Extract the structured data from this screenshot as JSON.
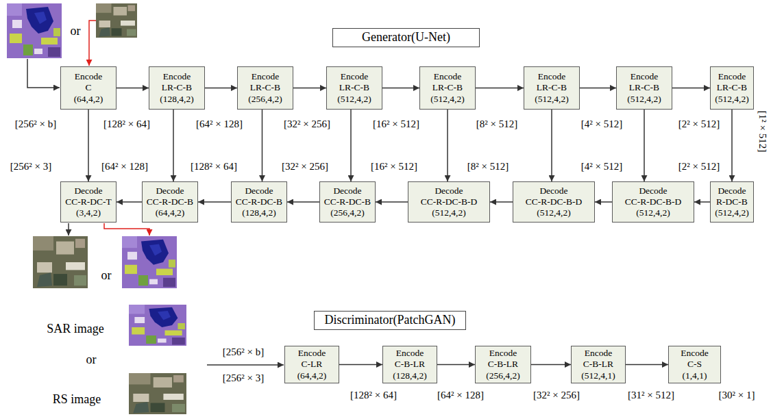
{
  "diagram": {
    "nodes": [
      {
        "text": [
          "Generator(U-Net)"
        ]
      },
      {
        "text": [
          "Encode",
          "C",
          "(64,4,2)"
        ]
      },
      {
        "text": [
          "Encode",
          "LR-C-B",
          "(128,4,2)"
        ]
      },
      {
        "text": [
          "Encode",
          "LR-C-B",
          "(256,4,2)"
        ]
      },
      {
        "text": [
          "Encode",
          "LR-C-B",
          "(512,4,2)"
        ]
      },
      {
        "text": [
          "Encode",
          "LR-C-B",
          "(512,4,2)"
        ]
      },
      {
        "text": [
          "Encode",
          "LR-C-B",
          "(512,4,2)"
        ]
      },
      {
        "text": [
          "Encode",
          "LR-C-B",
          "(512,4,2)"
        ]
      },
      {
        "text": [
          "Encode",
          "LR-C-B",
          "(512,4,2)"
        ]
      },
      {
        "text": [
          "Decode",
          "CC-R-DC-T",
          "(3,4,2)"
        ]
      },
      {
        "text": [
          "Decode",
          "CC-R-DC-B",
          "(64,4,2)"
        ]
      },
      {
        "text": [
          "Decode",
          "CC-R-DC-B",
          "(128,4,2)"
        ]
      },
      {
        "text": [
          "Decode",
          "CC-R-DC-B",
          "(256,4,2)"
        ]
      },
      {
        "text": [
          "Decode",
          "CC-R-DC-B-D",
          "(512,4,2)"
        ]
      },
      {
        "text": [
          "Decode",
          "CC-R-DC-B-D",
          "(512,4,2)"
        ]
      },
      {
        "text": [
          "Decode",
          "CC-R-DC-B-D",
          "(512,4,2)"
        ]
      },
      {
        "text": [
          "Decode",
          "R-DC-B",
          "(512,4,2)"
        ]
      },
      {
        "text": [
          "Discriminator(PatchGAN)"
        ]
      },
      {
        "text": [
          "Encode",
          "C-LR",
          "(64,4,2)"
        ]
      },
      {
        "text": [
          "Encode",
          "C-B-LR",
          "(128,4,2)"
        ]
      },
      {
        "text": [
          "Encode",
          "C-B-LR",
          "(256,4,2)"
        ]
      },
      {
        "text": [
          "Encode",
          "C-B-LR",
          "(512,4,1)"
        ]
      },
      {
        "text": [
          "Encode",
          "C-S",
          "(1,4,1)"
        ]
      }
    ],
    "edges": [
      {
        "from": 1,
        "to": 2,
        "arrow": "to"
      },
      {
        "from": 2,
        "to": 3,
        "arrow": "to"
      },
      {
        "from": 3,
        "to": 4,
        "arrow": "to"
      },
      {
        "from": 4,
        "to": 5,
        "arrow": "to"
      },
      {
        "from": 5,
        "to": 6,
        "arrow": "to"
      },
      {
        "from": 6,
        "to": 7,
        "arrow": "to"
      },
      {
        "from": 7,
        "to": 8,
        "arrow": "to"
      },
      {
        "from": 8,
        "to": 16,
        "arrow": "to"
      },
      {
        "from": 1,
        "to": 9,
        "arrow": "to"
      },
      {
        "from": 2,
        "to": 10,
        "arrow": "to"
      },
      {
        "from": 3,
        "to": 11,
        "arrow": "to"
      },
      {
        "from": 4,
        "to": 12,
        "arrow": "to"
      },
      {
        "from": 5,
        "to": 13,
        "arrow": "to"
      },
      {
        "from": 6,
        "to": 14,
        "arrow": "to"
      },
      {
        "from": 7,
        "to": 15,
        "arrow": "to"
      },
      {
        "from": 16,
        "to": 15,
        "arrow": "to"
      },
      {
        "from": 15,
        "to": 14,
        "arrow": "to"
      },
      {
        "from": 14,
        "to": 13,
        "arrow": "to"
      },
      {
        "from": 13,
        "to": 12,
        "arrow": "to"
      },
      {
        "from": 12,
        "to": 11,
        "arrow": "to"
      },
      {
        "from": 11,
        "to": 10,
        "arrow": "to"
      },
      {
        "from": 10,
        "to": 9,
        "arrow": "to"
      },
      {
        "from": 18,
        "to": 19,
        "arrow": "to"
      },
      {
        "from": 19,
        "to": 20,
        "arrow": "to"
      },
      {
        "from": 20,
        "to": 21,
        "arrow": "to"
      },
      {
        "from": 21,
        "to": 22,
        "arrow": "to"
      }
    ],
    "labels": [
      "or",
      "[256² × b]",
      "[128² × 64]",
      "[64² × 128]",
      "[32² × 256]",
      "[16² × 512]",
      "[8² × 512]",
      "[4² × 512]",
      "[2² × 512]",
      "[1² × 512]",
      "[256² × 3]",
      "[64² × 128]",
      "[128² × 64]",
      "[32² × 256]",
      "[16² × 512]",
      "[8² × 512]",
      "[4² × 512]",
      "[2² × 512]",
      "or",
      "SAR image",
      "or",
      "RS image",
      "[256² × b]",
      "[256² × 3]",
      "[128² × 64]",
      "[64² × 128]",
      "[32² × 256]",
      "[31² × 512]",
      "[30² × 1]"
    ]
  }
}
